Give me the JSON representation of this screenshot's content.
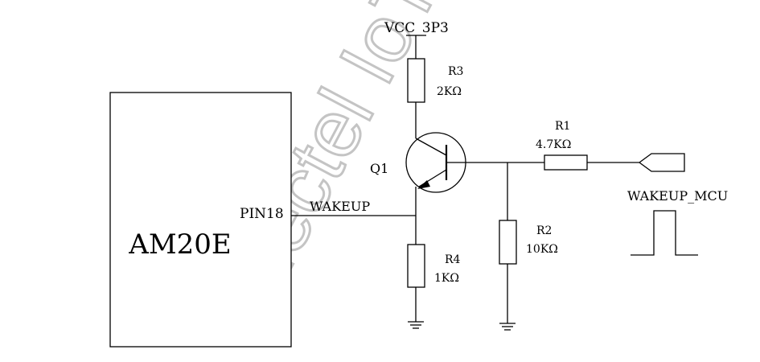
{
  "watermark": "Quectel IoT Confidential",
  "module": {
    "name": "AM20E",
    "pin": "PIN18"
  },
  "nets": {
    "power": "VCC_3P3",
    "wakeup": "WAKEUP",
    "wakeup_mcu": "WAKEUP_MCU"
  },
  "transistor": {
    "ref": "Q1"
  },
  "resistors": [
    {
      "ref": "R1",
      "value": "4.7KΩ"
    },
    {
      "ref": "R2",
      "value": "10KΩ"
    },
    {
      "ref": "R3",
      "value": "2KΩ"
    },
    {
      "ref": "R4",
      "value": "1KΩ"
    }
  ]
}
